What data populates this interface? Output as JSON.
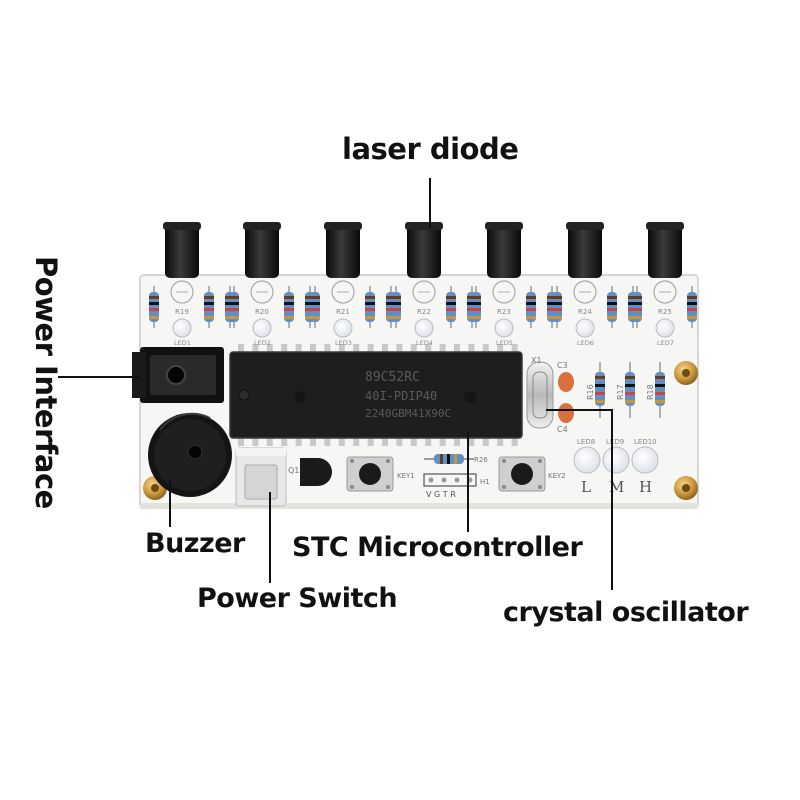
{
  "callouts": {
    "laser_diode": "laser diode",
    "power_interface": "Power Interface",
    "buzzer": "Buzzer",
    "stc_microcontroller": "STC Microcontroller",
    "power_switch": "Power Switch",
    "crystal_oscillator": "crystal oscillator"
  },
  "board": {
    "resistor_labels": [
      "R19",
      "R20",
      "R21",
      "R22",
      "R23",
      "R24",
      "R25"
    ],
    "led_labels": [
      "LED1",
      "LED2",
      "LED3",
      "LED4",
      "LED5",
      "LED6",
      "LED7"
    ],
    "chip_lines": [
      "89C52RC",
      "40I-PDIP40",
      "2240GBM41X90C"
    ],
    "crystal_label": "X1",
    "cap_labels": [
      "C3",
      "C4"
    ],
    "right_resistors": [
      "R16",
      "R17",
      "R18"
    ],
    "indicator_leds": [
      "LED8",
      "LED9",
      "LED10"
    ],
    "indicator_letters": [
      "L",
      "M",
      "H"
    ],
    "q1_label": "Q1",
    "key_labels": [
      "KEY1",
      "KEY2"
    ],
    "r26_label": "R26",
    "header_label": "H1",
    "header_pins": "V G T R"
  },
  "colors": {
    "pcb": "#f6f6f4",
    "chip": "#1e1e1e",
    "laser": "#141414",
    "brass": "#c9953a"
  }
}
